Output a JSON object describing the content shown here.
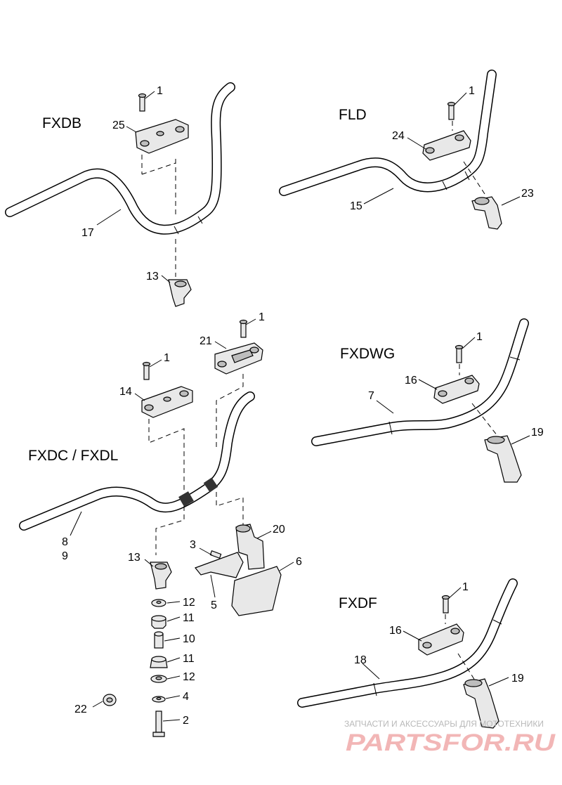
{
  "models": {
    "fxdb": "FXDB",
    "fld": "FLD",
    "fxdwg": "FXDWG",
    "fxdc_fxdl": "FXDC / FXDL",
    "fxdf": "FXDF"
  },
  "callouts": {
    "fxdb_1": "1",
    "fxdb_25": "25",
    "fxdb_17": "17",
    "fxdb_13": "13",
    "fld_1": "1",
    "fld_24": "24",
    "fld_15": "15",
    "fld_23": "23",
    "fxdc_1a": "1",
    "fxdc_21": "21",
    "fxdc_1b": "1",
    "fxdc_14": "14",
    "fxdc_8": "8",
    "fxdc_9": "9",
    "fxdc_3": "3",
    "fxdc_20": "20",
    "fxdc_6": "6",
    "fxdc_5": "5",
    "fxdc_13": "13",
    "fxdc_12a": "12",
    "fxdc_11a": "11",
    "fxdc_10": "10",
    "fxdc_11b": "11",
    "fxdc_12b": "12",
    "fxdc_4": "4",
    "fxdc_2": "2",
    "fxdc_22": "22",
    "fxdwg_1": "1",
    "fxdwg_16": "16",
    "fxdwg_7": "7",
    "fxdwg_19": "19",
    "fxdf_1": "1",
    "fxdf_16": "16",
    "fxdf_18": "18",
    "fxdf_19": "19"
  },
  "watermark": {
    "tagline": "ЗАПЧАСТИ И АКСЕССУАРЫ ДЛЯ МОТОТЕХНИКИ",
    "brand": "PARTSFOR.RU"
  }
}
